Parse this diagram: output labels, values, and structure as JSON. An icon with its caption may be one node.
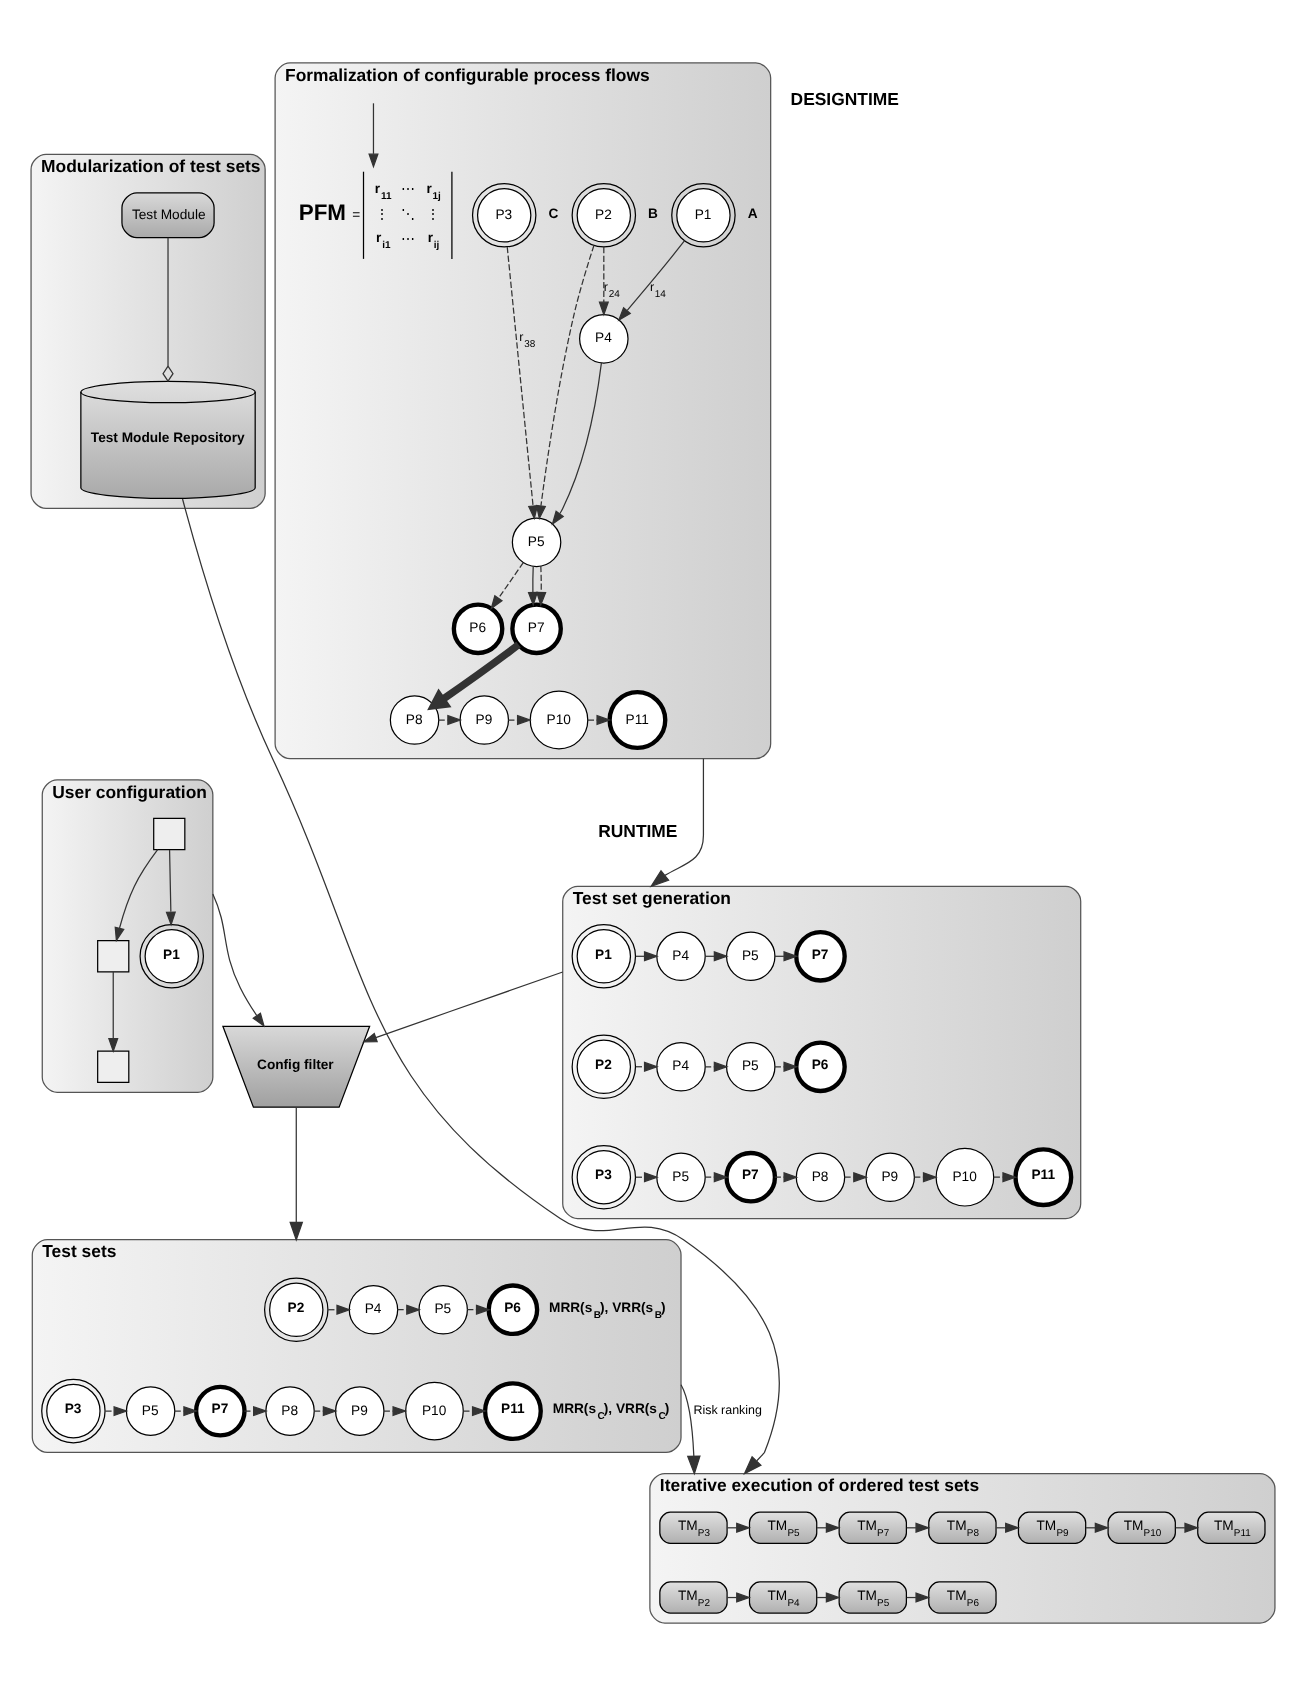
{
  "diagram": {
    "nodes": [
      {
        "text": [
          "Formalization of configurable process flows"
        ]
      },
      {
        "text": [
          "P1"
        ],
        "in": 0,
        "beside": [
          "A"
        ]
      },
      {
        "text": [
          "P2"
        ],
        "in": 0,
        "beside": [
          "B"
        ]
      },
      {
        "text": [
          "P3"
        ],
        "in": 0,
        "beside": [
          "C"
        ]
      },
      {
        "text": [
          "P4"
        ],
        "in": 0
      },
      {
        "text": [
          "P5"
        ],
        "in": 0
      },
      {
        "text": [
          "P6"
        ],
        "in": 0
      },
      {
        "text": [
          "P7"
        ],
        "in": 0
      },
      {
        "text": [
          "P8"
        ],
        "in": 0
      },
      {
        "text": [
          "P9"
        ],
        "in": 0
      },
      {
        "text": [
          "P10"
        ],
        "in": 0
      },
      {
        "text": [
          "P11"
        ],
        "in": 0
      },
      {
        "text": [
          "PFM",
          "=",
          "r$_{11}$",
          "⋯",
          "r$_{1j}$",
          "⋮",
          "⋱",
          "⋮",
          "r$_{i1}$",
          "⋯",
          "r$_{ij}$"
        ],
        "in": 0
      },
      {
        "text": [
          "Modularization of test sets"
        ]
      },
      {
        "text": [
          "Test Module"
        ],
        "in": 13
      },
      {
        "text": [
          "Test Module Repository"
        ],
        "in": 13
      },
      {
        "text": [
          "Test set generation"
        ]
      },
      {
        "text": [
          "P1"
        ],
        "in": 16
      },
      {
        "text": [
          "P4"
        ],
        "in": 16
      },
      {
        "text": [
          "P5"
        ],
        "in": 16
      },
      {
        "text": [
          "P7"
        ],
        "in": 16
      },
      {
        "text": [
          "P2"
        ],
        "in": 16
      },
      {
        "text": [
          "P4"
        ],
        "in": 16
      },
      {
        "text": [
          "P5"
        ],
        "in": 16
      },
      {
        "text": [
          "P6"
        ],
        "in": 16
      },
      {
        "text": [
          "P3"
        ],
        "in": 16
      },
      {
        "text": [
          "P5"
        ],
        "in": 16
      },
      {
        "text": [
          "P7"
        ],
        "in": 16
      },
      {
        "text": [
          "P8"
        ],
        "in": 16
      },
      {
        "text": [
          "P9"
        ],
        "in": 16
      },
      {
        "text": [
          "P10"
        ],
        "in": 16
      },
      {
        "text": [
          "P11"
        ],
        "in": 16
      },
      {
        "text": [
          "User configuration"
        ]
      },
      {
        "text": [],
        "shape": "box",
        "in": 32
      },
      {
        "text": [],
        "shape": "box",
        "in": 32
      },
      {
        "text": [],
        "shape": "box",
        "in": 32
      },
      {
        "text": [
          "P1"
        ],
        "in": 32
      },
      {
        "text": [
          "Config filter"
        ]
      },
      {
        "text": [
          "Test sets"
        ]
      },
      {
        "text": [
          "P2"
        ],
        "in": 38
      },
      {
        "text": [
          "P4"
        ],
        "in": 38
      },
      {
        "text": [
          "P5"
        ],
        "in": 38
      },
      {
        "text": [
          "P6"
        ],
        "in": 38,
        "beside": [
          "MRR(s$_{B}$), VRR(s$_{B}$)"
        ]
      },
      {
        "text": [
          "P3"
        ],
        "in": 38
      },
      {
        "text": [
          "P5"
        ],
        "in": 38
      },
      {
        "text": [
          "P7"
        ],
        "in": 38
      },
      {
        "text": [
          "P8"
        ],
        "in": 38
      },
      {
        "text": [
          "P9"
        ],
        "in": 38
      },
      {
        "text": [
          "P10"
        ],
        "in": 38
      },
      {
        "text": [
          "P11"
        ],
        "in": 38,
        "beside": [
          "MRR(s$_{C}$), VRR(s$_{C}$)"
        ]
      },
      {
        "text": [
          "Iterative execution of ordered test sets"
        ]
      },
      {
        "text": [
          "TM$_{P3}$"
        ],
        "in": 50
      },
      {
        "text": [
          "TM$_{P5}$"
        ],
        "in": 50
      },
      {
        "text": [
          "TM$_{P7}$"
        ],
        "in": 50
      },
      {
        "text": [
          "TM$_{P8}$"
        ],
        "in": 50
      },
      {
        "text": [
          "TM$_{P9}$"
        ],
        "in": 50
      },
      {
        "text": [
          "TM$_{P10}$"
        ],
        "in": 50
      },
      {
        "text": [
          "TM$_{P11}$"
        ],
        "in": 50
      },
      {
        "text": [
          "TM$_{P2}$"
        ],
        "in": 50
      },
      {
        "text": [
          "TM$_{P4}$"
        ],
        "in": 50
      },
      {
        "text": [
          "TM$_{P5}$"
        ],
        "in": 50
      },
      {
        "text": [
          "TM$_{P6}$"
        ],
        "in": 50
      }
    ],
    "edges": [
      {
        "from": 1,
        "to": 4,
        "arrow": "to",
        "label": "r$_{14}$"
      },
      {
        "from": 2,
        "to": 4,
        "arrow": "to",
        "style": "dashed",
        "label": "r$_{24}$"
      },
      {
        "from": 2,
        "to": 5,
        "arrow": "to",
        "style": "dashed"
      },
      {
        "from": 3,
        "to": 5,
        "arrow": "to",
        "style": "dashed",
        "label": "r$_{38}$"
      },
      {
        "from": 4,
        "to": 5,
        "arrow": "to"
      },
      {
        "from": 5,
        "to": 6,
        "arrow": "to",
        "style": "dashed"
      },
      {
        "from": 5,
        "to": 7,
        "arrow": "to"
      },
      {
        "from": 5,
        "to": 7,
        "arrow": "to",
        "style": "dashed"
      },
      {
        "from": 7,
        "to": 8,
        "arrow": "to",
        "style": "thick"
      },
      {
        "from": 8,
        "to": 9,
        "arrow": "to",
        "style": "dashed"
      },
      {
        "from": 9,
        "to": 10,
        "arrow": "to",
        "style": "dashed"
      },
      {
        "from": 10,
        "to": 11,
        "arrow": "to",
        "style": "dashed"
      },
      {
        "from": null,
        "to": 12,
        "arrow": "to"
      },
      {
        "from": 14,
        "to": 15,
        "arrow": "other"
      },
      {
        "from": 15,
        "to": 50,
        "arrow": "to"
      },
      {
        "from": 0,
        "to": 16,
        "arrow": "to"
      },
      {
        "from": 17,
        "to": 18,
        "arrow": "to"
      },
      {
        "from": 18,
        "to": 19,
        "arrow": "to"
      },
      {
        "from": 19,
        "to": 20,
        "arrow": "to"
      },
      {
        "from": 21,
        "to": 22,
        "arrow": "to",
        "style": "dashed"
      },
      {
        "from": 22,
        "to": 23,
        "arrow": "to",
        "style": "dashed"
      },
      {
        "from": 23,
        "to": 24,
        "arrow": "to",
        "style": "dashed"
      },
      {
        "from": 25,
        "to": 26,
        "arrow": "to",
        "style": "dashed"
      },
      {
        "from": 26,
        "to": 27,
        "arrow": "to",
        "style": "dashed"
      },
      {
        "from": 27,
        "to": 28,
        "arrow": "to",
        "style": "dashed"
      },
      {
        "from": 28,
        "to": 29,
        "arrow": "to",
        "style": "dashed"
      },
      {
        "from": 29,
        "to": 30,
        "arrow": "to",
        "style": "dashed"
      },
      {
        "from": 30,
        "to": 31,
        "arrow": "to",
        "style": "dashed"
      },
      {
        "from": 33,
        "to": 34,
        "arrow": "to"
      },
      {
        "from": 34,
        "to": 35,
        "arrow": "to"
      },
      {
        "from": 33,
        "to": 36,
        "arrow": "to"
      },
      {
        "from": 16,
        "to": 37,
        "arrow": "to"
      },
      {
        "from": 32,
        "to": 37,
        "arrow": "to"
      },
      {
        "from": 37,
        "to": 38,
        "arrow": "to"
      },
      {
        "from": 39,
        "to": 40,
        "arrow": "to",
        "style": "dashed"
      },
      {
        "from": 40,
        "to": 41,
        "arrow": "to",
        "style": "dashed"
      },
      {
        "from": 41,
        "to": 42,
        "arrow": "to",
        "style": "dashed"
      },
      {
        "from": 43,
        "to": 44,
        "arrow": "to",
        "style": "dashed"
      },
      {
        "from": 44,
        "to": 45,
        "arrow": "to",
        "style": "dashed"
      },
      {
        "from": 45,
        "to": 46,
        "arrow": "to",
        "style": "dashed"
      },
      {
        "from": 46,
        "to": 47,
        "arrow": "to",
        "style": "dashed"
      },
      {
        "from": 47,
        "to": 48,
        "arrow": "to",
        "style": "dashed"
      },
      {
        "from": 48,
        "to": 49,
        "arrow": "to",
        "style": "dashed"
      },
      {
        "from": 38,
        "to": 50,
        "arrow": "to",
        "label": "Risk ranking"
      },
      {
        "from": 51,
        "to": 52,
        "arrow": "to"
      },
      {
        "from": 52,
        "to": 53,
        "arrow": "to"
      },
      {
        "from": 53,
        "to": 54,
        "arrow": "to"
      },
      {
        "from": 54,
        "to": 55,
        "arrow": "to"
      },
      {
        "from": 55,
        "to": 56,
        "arrow": "to"
      },
      {
        "from": 56,
        "to": 57,
        "arrow": "to"
      },
      {
        "from": 58,
        "to": 59,
        "arrow": "to"
      },
      {
        "from": 59,
        "to": 60,
        "arrow": "to"
      },
      {
        "from": 60,
        "to": 61,
        "arrow": "to"
      }
    ],
    "labels": [
      "DESIGNTIME",
      "RUNTIME"
    ]
  }
}
